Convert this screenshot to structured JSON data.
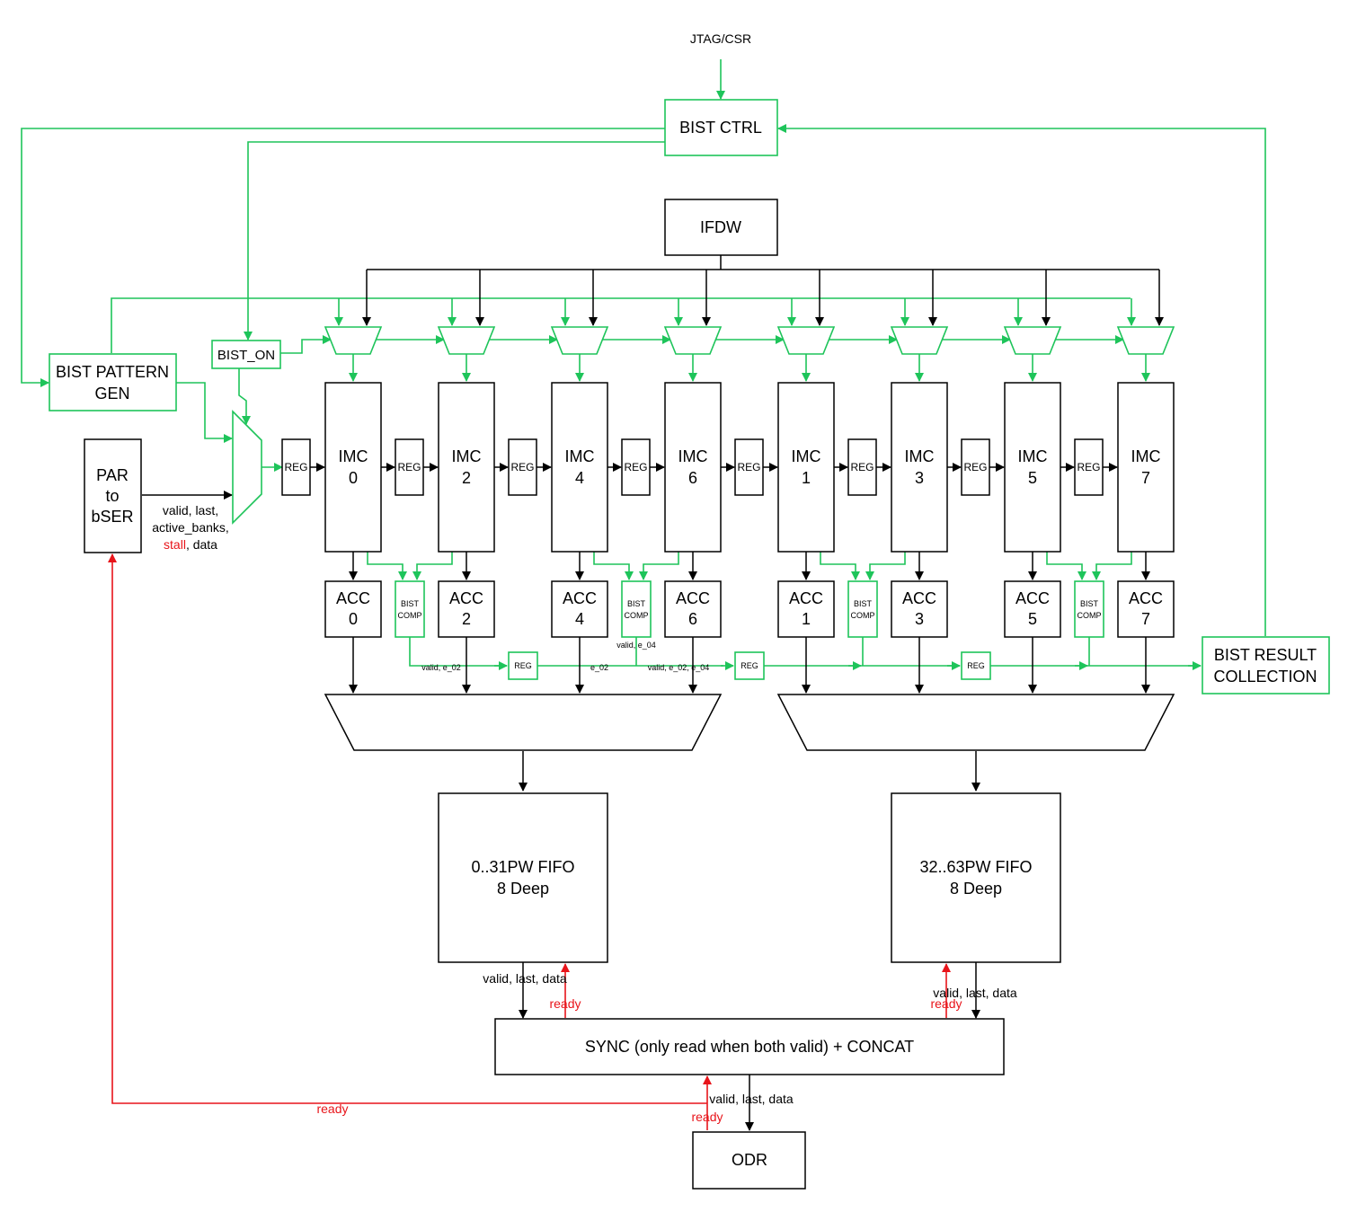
{
  "colors": {
    "bist": "#1ec45a",
    "ready": "#e8141a",
    "wire": "#000000"
  },
  "labels": {
    "jtag": "JTAG/CSR",
    "bist_ctrl": "BIST CTRL",
    "ifdw": "IFDW",
    "bist_on": "BIST_ON",
    "pattern_gen_1": "BIST PATTERN",
    "pattern_gen_2": "GEN",
    "par_1": "PAR",
    "par_2": "to",
    "par_3": "bSER",
    "sig_1": "valid, last,",
    "sig_2": "active_banks,",
    "sig_stall": "stall",
    "sig_data": ", data",
    "reg": "REG",
    "imc": "IMC",
    "acc": "ACC",
    "bist_comp_1": "BIST",
    "bist_comp_2": "COMP",
    "chain_1": "valid, e_02",
    "chain_2": "e_02",
    "chain_3": "valid, e_04",
    "chain_4": "valid, e_02, e_04",
    "result_1": "BIST RESULT",
    "result_2": "COLLECTION",
    "fifo_left_1": "0..31PW FIFO",
    "fifo_left_2": "8 Deep",
    "fifo_right_1": "32..63PW FIFO",
    "fifo_right_2": "8 Deep",
    "fifo_left_out": "valid, last, data",
    "fifo_right_out": "valid, last, data",
    "ready": "ready",
    "sync": "SYNC (only read when both valid) + CONCAT",
    "sync_out": "valid, last, data",
    "odr": "ODR"
  },
  "banks": [
    "0",
    "2",
    "4",
    "6",
    "1",
    "3",
    "5",
    "7"
  ]
}
